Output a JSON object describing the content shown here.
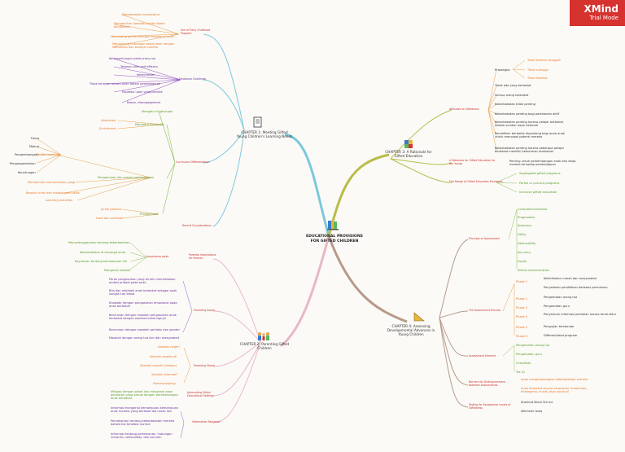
{
  "watermark": {
    "brand": "XMind",
    "mode": "Trial Mode"
  },
  "center": {
    "title": "EDUCATIONAL PROVISIONS FOR GIFTED CHILDREN"
  },
  "ch1": {
    "title": "CHAPTER 1: Meeting Gifted Young Children's Learning Needs",
    "goals": "Aim of Early Childhood Program",
    "g1": "Membedakan kompetensi",
    "g2": "Mengandum dampak positif dalam pendidikan",
    "g3": "Menunjang perkembangan emosional anak",
    "g4": "Mendukung hubungan sosial anak dengan komunitas dan budaya mereka",
    "emo": "Emotional Challenge",
    "e1": "Ketergantungan pada orang lua",
    "e2": "Tekanan oleh self efficacy",
    "e3": "Kekecewaan",
    "e4": "Tidak terlayan untuk tuhan dalam pembelajaran",
    "e5": "Ekpetasi ujian yang pendek",
    "e6": "Bosan, disengagement",
    "cur": "Curriculum Differentiation",
    "c1": "Mengatur lingkungan",
    "c2": "Mengatur konten/isi",
    "c2a": "Akselerasi",
    "c2b": "Enrichment",
    "c3": "Penggunaan dan proses pembelajaran",
    "c3a": "Mindful learning",
    "c3a1": "Fokus",
    "c3a2": "Makna",
    "c3a3": "Pengembangan",
    "c3a4": "Pengorganisasian",
    "c3a5": "Keuntungan",
    "c3b": "Membentuk memorisatian yang",
    "c3c": "Berpikir kritis dan metakognitif skills",
    "c3d": "Learning activities",
    "c4": "Produk/hasil",
    "c4a": "Jurnal product",
    "c4b": "Hasil dan portfolio",
    "rc": "Recent Considerations"
  },
  "ch2": {
    "title": "CHAPTER 2: Parenting Gifted Children",
    "pi": "Parental Implications for Parents",
    "pi0": "Importance pada",
    "pi1": "Menyelenggarakan tentang keberbakatan",
    "pi2": "Keberbakatan di keluarga studi",
    "pi3": "Keyakinan tentang kemampuan diri",
    "pi4": "Mengenal sekolah",
    "pc": "Parenting Issues",
    "pc1": "Peran pengasuhan yang terlalu memaksakan ambisi pribadi pada anak",
    "pc2": "Bila dan melabeli anak berbakat sebagai anak sangat luar biasa",
    "pc3": "Khawatir dengan pengasuhan emosional pada anak berbakat",
    "pc4": "Berurusan dengan masalah pengasuhan anak berbakat dengan saudara kandungnya",
    "pc5": "Berurusan dengan masalah perilaku dan gender",
    "pc6": "Masalah dengan orang tua lain dan masyarakat",
    "ps": "Parenting Styles",
    "ps1": "Sekolah negeri",
    "ps2": "Sekolah swasta dll",
    "ps3": "Sekolah mandiri (belajar)",
    "ps4": "Sekolah alternatif",
    "ps5": "Homeschooling",
    "ad": "Advocating Gifted Educational Settings",
    "ad1": "Mitigasi dengan pihak lain mengenai akan peralatan yang sesuai dengan perkembangan anak berbakat",
    "ir": "Information Required",
    "ir1": "Informasi mengenai kemampuan-kemampuan anak mereka yang berbeda dari anak lain",
    "ir2": "Pemahaman tentang keberbakatan mereka bahwa hal tersebut normal",
    "ir3": "Informasi tentang pertemanan, hubungan romantis, seksualitas, dan lain-lain"
  },
  "ch3": {
    "title": "CHAPTER 3: A Rationale for Gifted Education",
    "at": "Attitudes to Giftedness",
    "at1": "Prasangka",
    "at1a": "Tidak tertarik penggila",
    "at1b": "Tidak sulinggu",
    "at1c": "Tidak fasilitas",
    "at2": "Tidak ada yang berbakat",
    "at3": "Semua orang berbakat",
    "at4": "Keberbakatan tidak penting",
    "at5": "Keberbakatan penting bagi pelestarian aktif",
    "at6": "Keberbakatan penting karena pelajar berbakat adalah sumber daya nasional",
    "at7": "Pendidikan berbakat dipandang bagi anak-anak untuk mencapai potensi mereka",
    "at8": "Keberbakatan penting karena beberapa pelajar berbakat memiliki kebutuhan tambahan",
    "ra": "A Rationale for Gifted Education for the Young",
    "ra1": "Penting untuk perkembangan anak dan sikap mereka terhadap pembelajaran",
    "ra2": "The Range of Gifted Education Provisions",
    "ra2a": "Segregated gifted programs",
    "ra2b": "Partial or pull-out programs",
    "ra2c": "Inclusive gifted education"
  },
  "ch4": {
    "title": "CHAPTER 4: Assessing Developmental Advances in Young Children",
    "pr": "Principle of Assessment",
    "pr1": "Comprehensiveness",
    "pr2": "Pragmatism",
    "pr3": "Advocacy",
    "pr4": "Utility",
    "pr5": "Defensibility",
    "pr6": "Accuracy",
    "pr7": "Equity",
    "pr8": "Skilled administration",
    "ap": "The Assessment Process",
    "ph1": "Phase 1",
    "ph1a": "Keterlibatan rumah dan masyarakat",
    "ph1b": "Penyediaan pendidikan berbasis permainan",
    "ph2": "Phase 2",
    "ph2a": "Pengamatan orang tua",
    "ph3": "Phase 3",
    "ph3a": "Pengamatan guru",
    "ph4": "Phase 4",
    "ph4a": "Penyaluran informasi penilaian secara terstruktur",
    "ph5": "Phase 5",
    "ph5a": "Pengujian terstandar",
    "ph6": "Phase 6",
    "ph6a": "Differentiated program",
    "as": "Assessment Element",
    "as1": "Pengamatan orang tua",
    "as2": "Pengamatan guru",
    "as3": "Checklists",
    "as4": "Tes IQ",
    "ba": "Barriers for Distinguishment between Assessments",
    "ba1": "Anak mengembangkan keberbakatan mereka",
    "ba2": "Anak berbakat secara emosional, kreativitas, intelegensi, musik, atau spiritual",
    "te": "Testing for Exceptional Levels of Giftedness",
    "te1": "Stanford-Binet 5th ed.",
    "te2": "Wechsler tests"
  }
}
